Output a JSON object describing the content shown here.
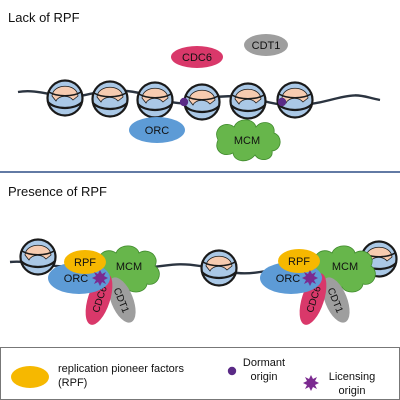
{
  "panels": {
    "top": {
      "title": "Lack of RPF"
    },
    "bottom": {
      "title": "Presence of RPF"
    }
  },
  "labels": {
    "cdc6": "CDC6",
    "cdt1": "CDT1",
    "orc": "ORC",
    "mcm": "MCM",
    "rpf": "RPF"
  },
  "legend": {
    "rpf_line1": "replication pioneer factors",
    "rpf_line2": "(RPF)",
    "dormant_line1": "Dormant",
    "dormant_line2": "origin",
    "licensing_line1": "Licensing",
    "licensing_line2": "origin"
  },
  "colors": {
    "background": "#ffffff",
    "divider": "#2e4f86",
    "nucleosome_body": "#aac8e6",
    "histone_tail": "#f6cbb0",
    "dna": "#2b3440",
    "orc": "#5d9bd6",
    "cdc6": "#d9386a",
    "cdt1": "#9e9e9e",
    "mcm": "#67b64b",
    "rpf": "#f6b800",
    "dormant_origin": "#5a2a86",
    "licensing_origin": "#7b2a90"
  }
}
